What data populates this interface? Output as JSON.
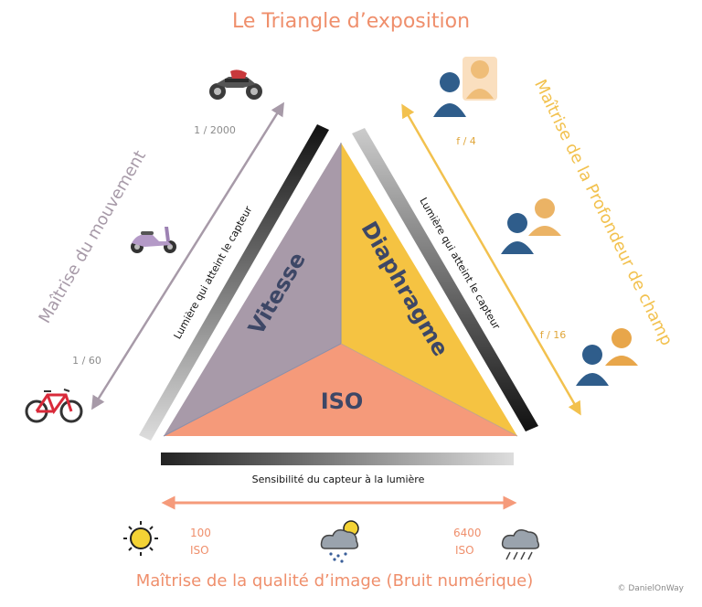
{
  "title": "Le Triangle d’exposition",
  "triangle": {
    "left_label": "Vitesse",
    "right_label": "Diaphragme",
    "bottom_label": "ISO",
    "colors": {
      "left": "#a89aa9",
      "right": "#f5c342",
      "bottom": "#f59a7a"
    }
  },
  "bars": {
    "left_text": "Lumière qui atteint le capteur",
    "right_text": "Lumière qui atteint le capteur",
    "bottom_text": "Sensibilité du capteur à la lumière"
  },
  "left_axis": {
    "title": "Maîtrise du mouvement",
    "top_value": "1 / 2000",
    "bottom_value": "1 / 60",
    "icons": [
      "motorcycle-icon",
      "scooter-icon",
      "bicycle-icon"
    ],
    "color": "#a79aa8"
  },
  "right_axis": {
    "title": "Maîtrise de la Profondeur de champ",
    "top_value": "f / 4",
    "bottom_value": "f / 16",
    "icons": [
      "people-blurred-icon",
      "people-semi-blurred-icon",
      "people-sharp-icon"
    ],
    "color": "#f2c14e"
  },
  "bottom_axis": {
    "title": "Maîtrise de la qualité d’image (Bruit numérique)",
    "left_value": "100",
    "left_unit": "ISO",
    "right_value": "6400",
    "right_unit": "ISO",
    "icons": [
      "sun-icon",
      "partly-cloudy-rain-icon",
      "rain-cloud-icon"
    ],
    "color": "#f59a7a"
  },
  "credit": "© DanielOnWay"
}
